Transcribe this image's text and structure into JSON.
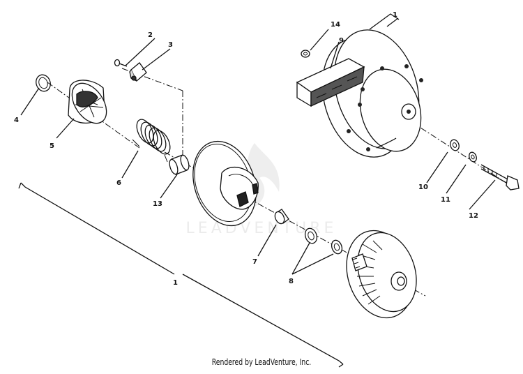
{
  "diagram": {
    "callouts": {
      "c1_top": "1",
      "c1_bottom": "1",
      "c2": "2",
      "c3": "3",
      "c4": "4",
      "c5": "5",
      "c6": "6",
      "c7": "7",
      "c8": "8",
      "c9": "9",
      "c10": "10",
      "c11": "11",
      "c12": "12",
      "c13": "13",
      "c14": "14"
    },
    "watermark": "LEADVENTURE"
  },
  "footer": {
    "text": "Rendered by LeadVenture, Inc."
  }
}
